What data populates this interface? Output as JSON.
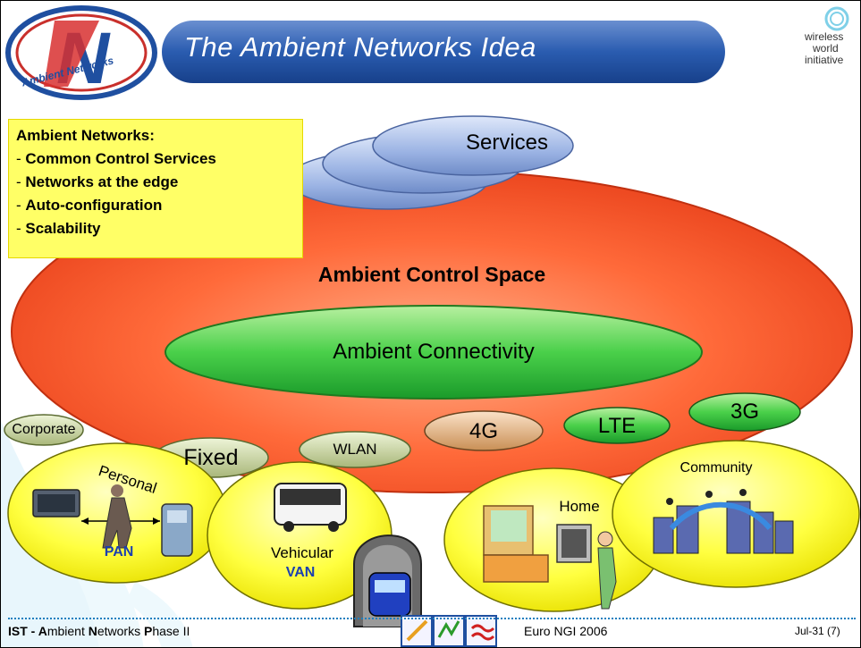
{
  "header": {
    "title": "The Ambient Networks Idea",
    "logo_left_text": "Ambient Networks",
    "logo_left_letter": "N",
    "logo_right_lines": [
      "wireless",
      "world",
      "initiative"
    ]
  },
  "infobox": {
    "heading": "Ambient Networks:",
    "items": [
      {
        "bullet": "- ",
        "text": "Common Control Services"
      },
      {
        "bullet": "- ",
        "text": "Networks at the edge"
      },
      {
        "bullet": "- ",
        "text": "Auto-configuration"
      },
      {
        "bullet": "- ",
        "text": "Scalability"
      }
    ]
  },
  "diagram": {
    "services_label": "Services",
    "control_space_label": "Ambient Control Space",
    "connectivity_label": "Ambient Connectivity",
    "access_nodes": [
      "Corporate",
      "Fixed",
      "WLAN",
      "4G",
      "LTE",
      "3G"
    ],
    "domains": {
      "personal": {
        "label": "Personal",
        "acronym": "PAN"
      },
      "vehicular": {
        "label": "Vehicular",
        "acronym": "VAN"
      },
      "home": {
        "label": "Home"
      },
      "community": {
        "label": "Community"
      }
    }
  },
  "footer": {
    "project_parts": [
      {
        "bold": "IST - A",
        "normal": "mbient "
      },
      {
        "bold": "N",
        "normal": "etworks "
      },
      {
        "bold": "P",
        "normal": "hase II"
      }
    ],
    "conference": "Euro NGI 2006",
    "date_page": "Jul-31  (7)"
  },
  "colors": {
    "title_bar": "#1f4fa0",
    "control_space": "#ff5a2a",
    "connectivity": "#3cc73c",
    "services": "#8fa8dc",
    "domain": "#ffff33",
    "infobox": "#ffff66",
    "acronym": "#1a3fb0"
  }
}
